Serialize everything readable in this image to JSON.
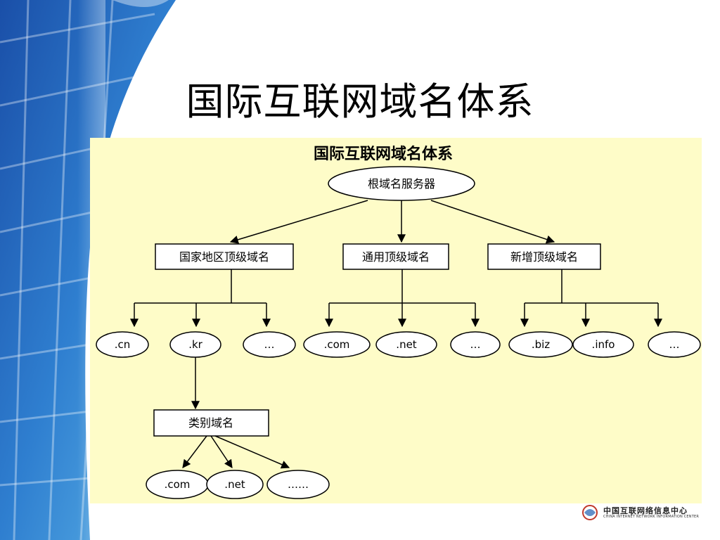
{
  "slide": {
    "title": "国际互联网域名体系"
  },
  "diagram": {
    "title": "国际互联网域名体系",
    "root": "根域名服务器",
    "level1": [
      "国家地区顶级域名",
      "通用顶级域名",
      "新增顶级域名"
    ],
    "level2_country": [
      ".cn",
      ".kr",
      "…"
    ],
    "level2_generic": [
      ".com",
      ".net",
      "…"
    ],
    "level2_new": [
      ".biz",
      ".info",
      "…"
    ],
    "category": "类别域名",
    "level3": [
      ".com",
      ".net",
      "……"
    ]
  },
  "footer": {
    "org_cn": "中国互联网络信息中心",
    "org_en": "CHINA INTERNET NETWORK INFORMATION CENTER"
  }
}
